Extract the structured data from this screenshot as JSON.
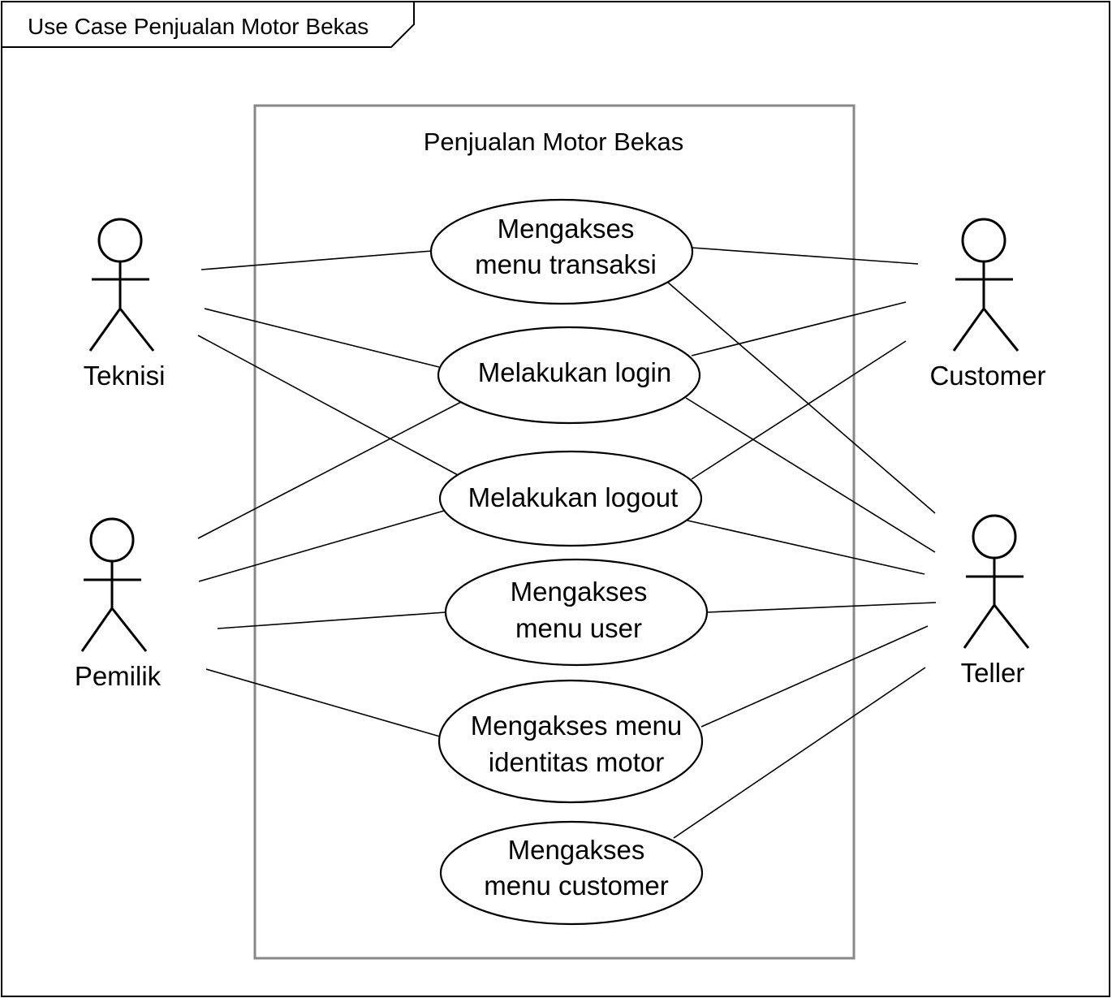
{
  "frame": {
    "title": "Use Case Penjualan Motor Bekas"
  },
  "system": {
    "title": "Penjualan Motor Bekas"
  },
  "actors": {
    "teknisi": "Teknisi",
    "pemilik": "Pemilik",
    "customer": "Customer",
    "teller": "Teller"
  },
  "use_cases": {
    "transaksi": [
      "Mengakses",
      "menu transaksi"
    ],
    "login": [
      "Melakukan login"
    ],
    "logout": [
      "Melakukan logout"
    ],
    "user": [
      "Mengakses",
      "menu user"
    ],
    "identitas": [
      "Mengakses menu",
      "identitas motor"
    ],
    "customer": [
      "Mengakses",
      "menu customer"
    ]
  }
}
